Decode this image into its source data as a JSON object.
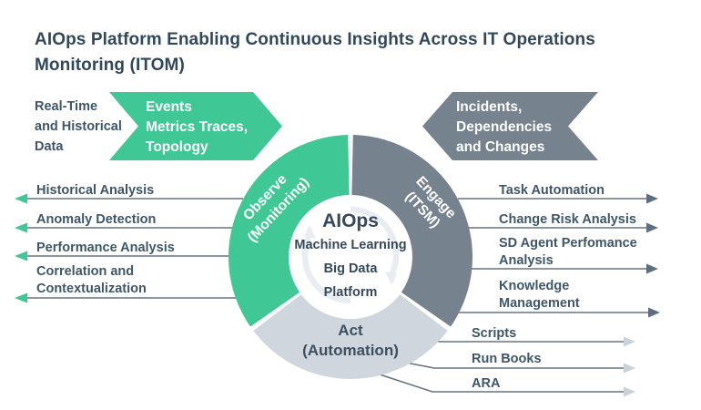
{
  "title": {
    "line1": "AIOps Platform Enabling Continuous Insights Across IT Operations",
    "line2": "Monitoring (ITOM)"
  },
  "colors": {
    "green": "#3FC795",
    "slate_gray": "#76828E",
    "light_gray": "#CFD6DD",
    "title_text": "#31485A",
    "label_text": "#3E5668",
    "line": "#66737F",
    "arrow_dark": "#5F6E7C",
    "arrow_light": "#C9D2D9",
    "white_text": "#FFFFFF"
  },
  "input_left": {
    "label": "Real-Time\nand Historical\nData",
    "banner": "Events\nMetrics Traces,\nTopology"
  },
  "input_right": {
    "banner": "Incidents,\nDependencies\nand Changes"
  },
  "wheel": {
    "center": {
      "title": "AIOps",
      "line2": "Machine Learning",
      "line3": "Big Data",
      "line4": "Platform"
    },
    "observe": "Observe\n(Monitoring)",
    "engage": "Engage\n(ITSM)",
    "act": "Act\n(Automation)"
  },
  "left_outputs": [
    {
      "label": "Historical Analysis"
    },
    {
      "label": "Anomaly Detection"
    },
    {
      "label": "Performance Analysis"
    },
    {
      "label": "Correlation and\nContextualization"
    }
  ],
  "right_outputs": [
    {
      "label": "Task Automation"
    },
    {
      "label": "Change Risk Analysis"
    },
    {
      "label": "SD Agent Perfomance\nAnalysis"
    },
    {
      "label": "Knowledge\nManagement"
    },
    {
      "label": "Scripts"
    },
    {
      "label": "Run Books"
    },
    {
      "label": "ARA"
    }
  ]
}
